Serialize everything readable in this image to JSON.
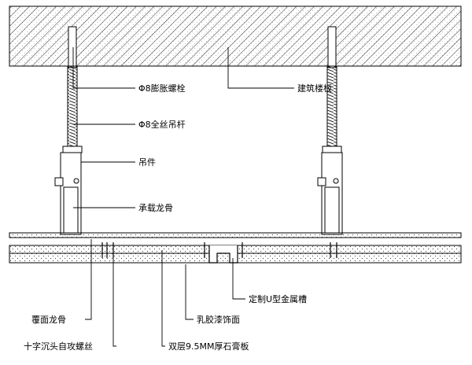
{
  "diagram": {
    "labels": {
      "expansion_bolt": "Φ8膨胀螺栓",
      "floor_slab": "建筑楼板",
      "threaded_rod": "Φ8全丝吊杆",
      "hanger": "吊件",
      "main_keel": "承载龙骨",
      "custom_channel": "定制U型金属槽",
      "cover_keel": "覆面龙骨",
      "latex_paint": "乳胶漆饰面",
      "screws": "十字沉头自攻螺丝",
      "gypsum_board": "双层9.5MM厚石膏板"
    }
  }
}
